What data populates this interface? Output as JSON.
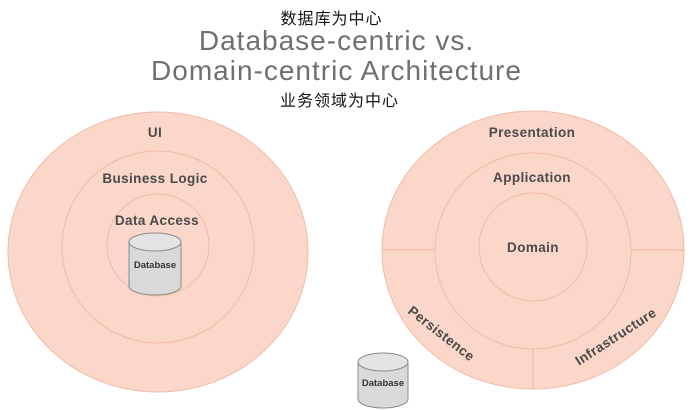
{
  "header": {
    "annotation_top": "数据库为中心",
    "title_line1": "Database-centric vs.",
    "title_line2": "Domain-centric Architecture",
    "annotation_bottom": "业务领域为中心"
  },
  "left_diagram": {
    "type": "concentric-rings",
    "meaning": "database-centric architecture",
    "layers": [
      {
        "label": "UI"
      },
      {
        "label": "Business Logic"
      },
      {
        "label": "Data Access"
      }
    ],
    "database": {
      "label": "Database",
      "position": "center-of-rings"
    }
  },
  "right_diagram": {
    "type": "concentric-rings-with-segments",
    "meaning": "domain-centric architecture",
    "layers": [
      {
        "label": "Presentation"
      },
      {
        "label": "Application"
      },
      {
        "label": "Domain"
      }
    ],
    "segments": [
      {
        "label": "Persistence",
        "rotation_deg": 38
      },
      {
        "label": "Infrastructure",
        "rotation_deg": -33
      }
    ],
    "database": {
      "label": "Database",
      "position": "outside-bottom-left"
    }
  },
  "colors": {
    "background": "#ffffff",
    "ring_fill": "#fad7c8",
    "ring_stroke": "#f2bba6",
    "layer_label_text": "#4a4a4a",
    "title_text": "#6f6f6f",
    "annotation_text": "#141414",
    "cylinder_fill": "#d9d9d9",
    "cylinder_top_fill": "#e4e4e4",
    "cylinder_stroke": "#8c8c8c"
  }
}
